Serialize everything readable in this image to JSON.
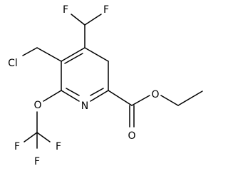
{
  "molecule": {
    "labels": {
      "F_top_left": "F",
      "F_top_right": "F",
      "Cl": "Cl",
      "N": "N",
      "O_ester": "O",
      "O_carbonyl": "O",
      "O_ether": "O",
      "F_bottom_left": "F",
      "F_bottom_middle": "F",
      "F_bottom_right": "F"
    }
  }
}
